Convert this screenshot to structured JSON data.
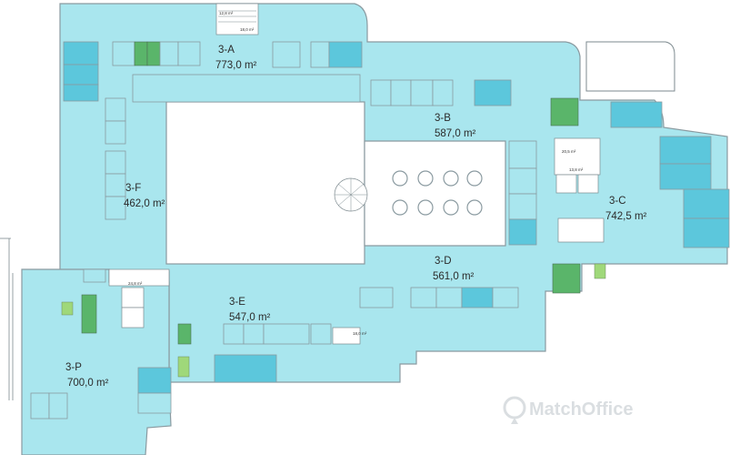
{
  "zones": [
    {
      "id": "A",
      "label": "3-A",
      "area": "773,0 m²"
    },
    {
      "id": "B",
      "label": "3-B",
      "area": "587,0 m²"
    },
    {
      "id": "C",
      "label": "3-C",
      "area": "742,5 m²"
    },
    {
      "id": "D",
      "label": "3-D",
      "area": "561,0 m²"
    },
    {
      "id": "E",
      "label": "3-E",
      "area": "547,0 m²"
    },
    {
      "id": "F",
      "label": "3-F",
      "area": "462,0 m²"
    },
    {
      "id": "P",
      "label": "3-P",
      "area": "700,0 m²"
    }
  ],
  "small_areas": [
    {
      "id": "top-core-1",
      "label": "12,8 m²"
    },
    {
      "id": "top-core-2",
      "label": "18,0 m²"
    },
    {
      "id": "c-core-1",
      "label": "20,5 m²"
    },
    {
      "id": "c-core-2",
      "label": "13,8 m²"
    },
    {
      "id": "e-core",
      "label": "24,8 m²"
    },
    {
      "id": "e-small",
      "label": "18,0 m²"
    }
  ],
  "watermark": "MatchOffice",
  "colors": {
    "space": "#a9e6ee",
    "office": "#5cc7dc",
    "wc": "#5ab56a",
    "outline": "#8a9aa0"
  }
}
